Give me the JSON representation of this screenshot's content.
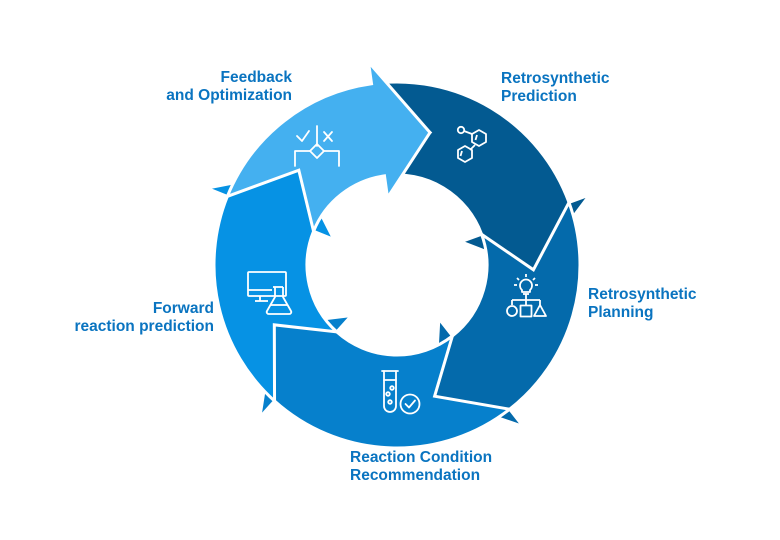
{
  "diagram": {
    "title": "Reaction prediction cycle",
    "colors": {
      "feedback": "#44b0f0",
      "retro_prediction": "#035a91",
      "retro_planning": "#046aab",
      "reaction_condition": "#0680cc",
      "forward": "#0692e4",
      "label_text": "#0a74c0",
      "icon_stroke": "#ffffff",
      "gap": "#ffffff"
    },
    "steps": [
      {
        "id": "retro_prediction",
        "lines": [
          "Retrosynthetic",
          "Prediction"
        ],
        "icon": "molecule-icon",
        "color_key": "retro_prediction"
      },
      {
        "id": "retro_planning",
        "lines": [
          "Retrosynthetic",
          "Planning"
        ],
        "icon": "lightbulb-shapes-icon",
        "color_key": "retro_planning"
      },
      {
        "id": "reaction_condition",
        "lines": [
          "Reaction Condition",
          "Recommendation"
        ],
        "icon": "test-tube-check-icon",
        "color_key": "reaction_condition"
      },
      {
        "id": "forward",
        "lines": [
          "Forward",
          "reaction prediction"
        ],
        "icon": "monitor-flask-icon",
        "color_key": "forward"
      },
      {
        "id": "feedback",
        "lines": [
          "Feedback",
          "and Optimization"
        ],
        "icon": "check-cross-decision-icon",
        "color_key": "feedback"
      }
    ]
  }
}
